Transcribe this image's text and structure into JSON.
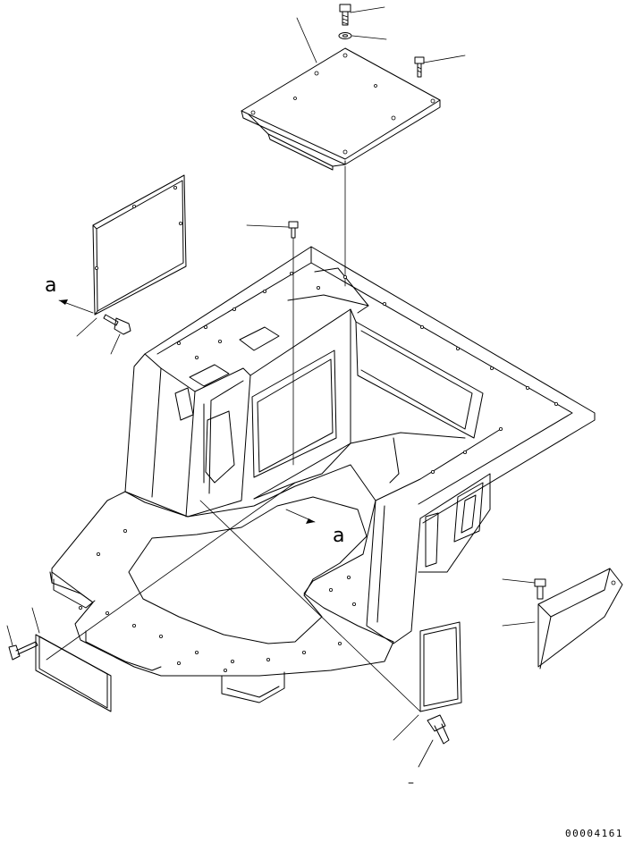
{
  "diagram": {
    "view_arrow_labels": [
      "a",
      "a"
    ],
    "figure_code": "00004161",
    "callout_mark": "–"
  }
}
